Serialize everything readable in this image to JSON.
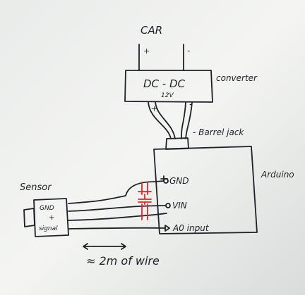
{
  "diagram": {
    "car_label": "CAR",
    "car_plus": "+",
    "car_minus": "-",
    "converter_box_text": "DC - DC",
    "converter_voltage": "12V",
    "converter_label": "converter",
    "converter_out_plus": "+",
    "converter_out_minus": "-",
    "barrel_jack_label": "- Barrel jack",
    "arduino_label": "Arduino",
    "arduino_pin_gnd": "GND",
    "arduino_pin_vin": "VIN",
    "arduino_pin_a0": "A0 input",
    "sensor_label": "Sensor",
    "sensor_gnd": "GND",
    "sensor_plus": "+",
    "sensor_signal": "signal",
    "wire_length": "≈ 2m of wire",
    "colors": {
      "paper": "#f2f3f1",
      "ink": "#1e2228",
      "capacitor": "#e0252a"
    }
  }
}
